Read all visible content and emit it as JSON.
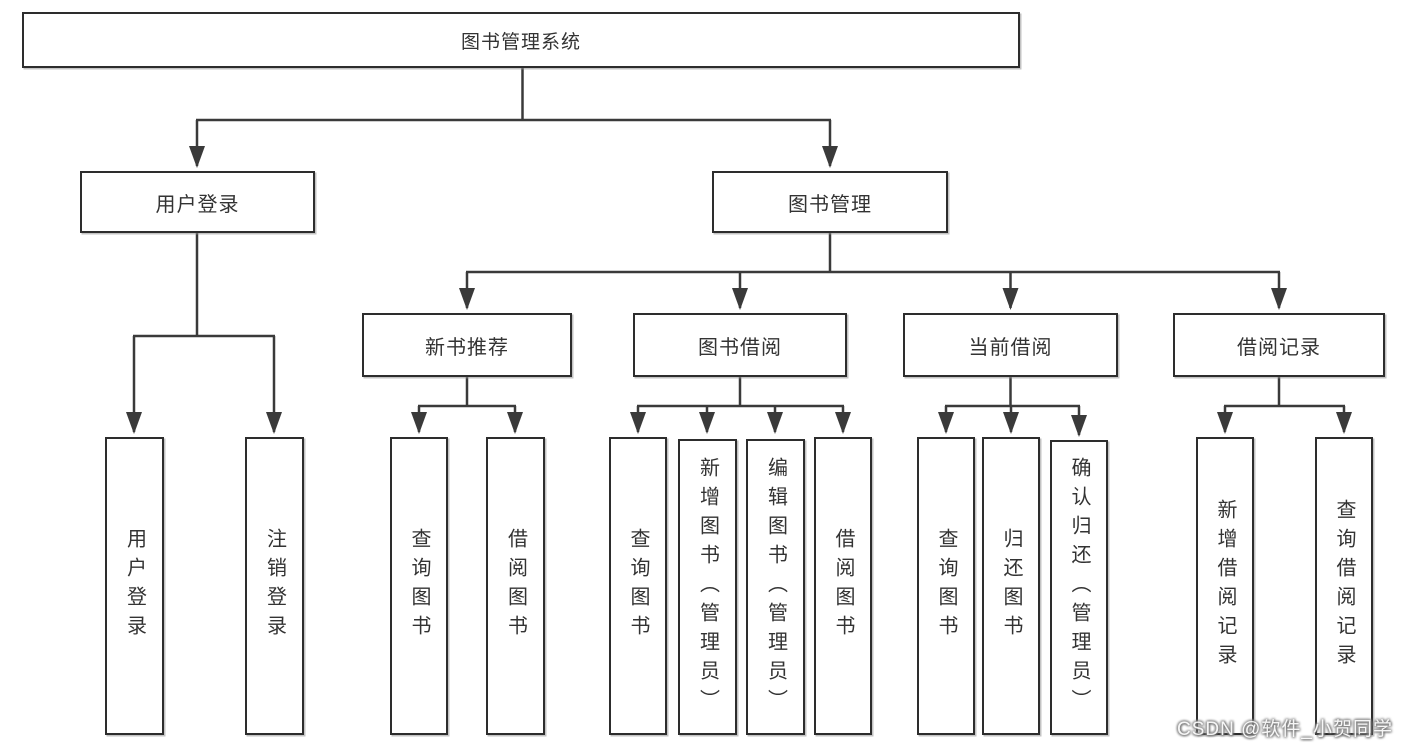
{
  "diagram_title": "图书管理系统",
  "nodes": {
    "root": {
      "label": "图书管理系统"
    },
    "user_login": {
      "label": "用户登录"
    },
    "book_management": {
      "label": "图书管理"
    },
    "new_book_recommend": {
      "label": "新书推荐"
    },
    "book_borrowing": {
      "label": "图书借阅"
    },
    "current_borrowing": {
      "label": "当前借阅"
    },
    "borrowing_records": {
      "label": "借阅记录"
    },
    "leaf_user_login": {
      "label": "用户登录"
    },
    "leaf_logout_login": {
      "label": "注销登录"
    },
    "leaf_query_books_recommend": {
      "label": "查询图书"
    },
    "leaf_borrow_books_recommend": {
      "label": "借阅图书"
    },
    "leaf_query_books_borrowing": {
      "label": "查询图书"
    },
    "leaf_add_books_admin": {
      "label": "新增图书（管理员）"
    },
    "leaf_edit_books_admin": {
      "label": "编辑图书（管理员）"
    },
    "leaf_borrow_books_borrowing": {
      "label": "借阅图书"
    },
    "leaf_query_books_current": {
      "label": "查询图书"
    },
    "leaf_return_books": {
      "label": "归还图书"
    },
    "leaf_confirm_return_admin": {
      "label": "确认归还（管理员）"
    },
    "leaf_add_borrow_record": {
      "label": "新增借阅记录"
    },
    "leaf_query_borrow_record": {
      "label": "查询借阅记录"
    }
  },
  "watermark": {
    "text": "CSDN @软件_小贺同学"
  },
  "colors": {
    "line": "#3a3a3a",
    "border": "#2d2d2d",
    "text": "#333333",
    "background": "#ffffff"
  }
}
